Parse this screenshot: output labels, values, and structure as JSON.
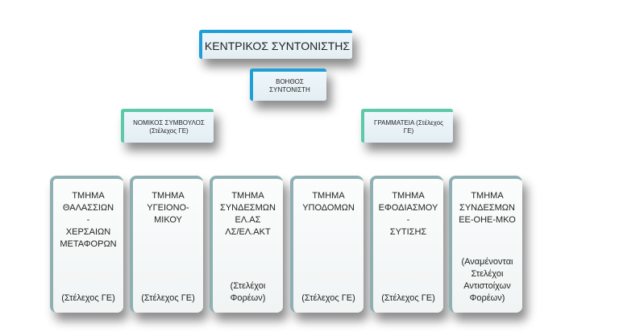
{
  "central": {
    "title": "ΚΕΝΤΡΙΚΟΣ ΣΥΝΤΟΝΙΣΤΗΣ"
  },
  "assistant": {
    "lines": [
      "ΒΟΗΘΟΣ",
      "ΣΥΝΤΟΝΙΣΤΗ"
    ]
  },
  "legal": {
    "lines": [
      "ΝΟΜΙΚΟΣ ΣΥΜΒΟΥΛΟΣ",
      "(Στέλεχος ΓΕ)"
    ]
  },
  "secretariat": {
    "lines": [
      "ΓΡΑΜΜΑΤΕΙΑ (Στέλεχος",
      "ΓΕ)"
    ]
  },
  "departments": [
    {
      "title": [
        "ΤΜΗΜΑ",
        "ΘΑΛΑΣΣΙΩΝ",
        "-",
        "ΧΕΡΣΑΙΩΝ",
        "ΜΕΤΑΦΟΡΩΝ"
      ],
      "staff": [
        "(Στέλεχος ΓΕ)"
      ]
    },
    {
      "title": [
        "ΤΜΗΜΑ",
        "ΥΓΕΙΟΝΟ-",
        "ΜΙΚΟΥ"
      ],
      "staff": [
        "(Στέλεχος ΓΕ)"
      ]
    },
    {
      "title": [
        "ΤΜΗΜΑ",
        "ΣΥΝΔΕΣΜΩΝ",
        "ΕΛ.ΑΣ",
        "ΛΣ/ΕΛ.ΑΚΤ"
      ],
      "staff": [
        "(Στελέχοι",
        "Φορέων)"
      ]
    },
    {
      "title": [
        "ΤΜΗΜΑ",
        "ΥΠΟΔΟΜΩΝ"
      ],
      "staff": [
        "(Στέλεχος ΓΕ)"
      ]
    },
    {
      "title": [
        "ΤΜΗΜΑ",
        "ΕΦΟΔΙΑΣΜΟΥ",
        "-",
        "ΣΥΤΙΣΗΣ"
      ],
      "staff": [
        "(Στέλεχος ΓΕ)"
      ]
    },
    {
      "title": [
        "ΤΜΗΜΑ",
        "ΣΥΝΔΕΣΜΩΝ",
        "ΕΕ-ΟΗΕ-ΜΚΟ"
      ],
      "staff": [
        "(Αναμένονται",
        "Στελέχοι",
        "Αντιστοίχων",
        "Φορέων)"
      ]
    }
  ]
}
